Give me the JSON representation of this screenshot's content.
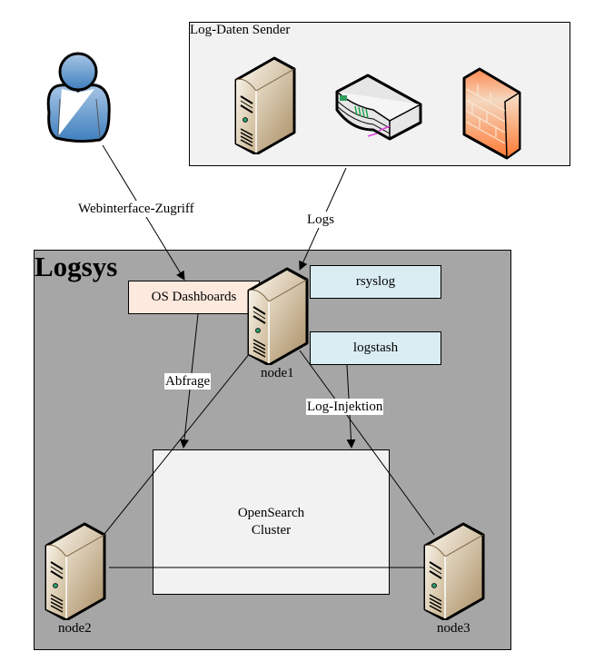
{
  "sender_group": {
    "title": "Log-Daten Sender",
    "devices": [
      {
        "type": "server",
        "icon": "server-icon"
      },
      {
        "type": "switch",
        "icon": "network-switch-icon"
      },
      {
        "type": "firewall",
        "icon": "firewall-icon"
      }
    ]
  },
  "user": {
    "icon": "user-icon"
  },
  "logsys": {
    "title": "Logsys",
    "services": {
      "dashboards": "OS Dashboards",
      "rsyslog": "rsyslog",
      "logstash": "logstash"
    },
    "cluster": {
      "line1": "OpenSearch",
      "line2": "Cluster"
    },
    "nodes": [
      {
        "name": "node1"
      },
      {
        "name": "node2"
      },
      {
        "name": "node3"
      }
    ]
  },
  "edges": {
    "webinterface": "Webinterface-Zugriff",
    "logs": "Logs",
    "abfrage": "Abfrage",
    "injektion": "Log-Injektion"
  },
  "colors": {
    "sender_bg": "#f2f2f2",
    "logsys_bg": "#a6a6a6",
    "dashboards_bg": "#fde9de",
    "service_bg": "#d9edf3",
    "cluster_bg": "#f2f2f2"
  }
}
